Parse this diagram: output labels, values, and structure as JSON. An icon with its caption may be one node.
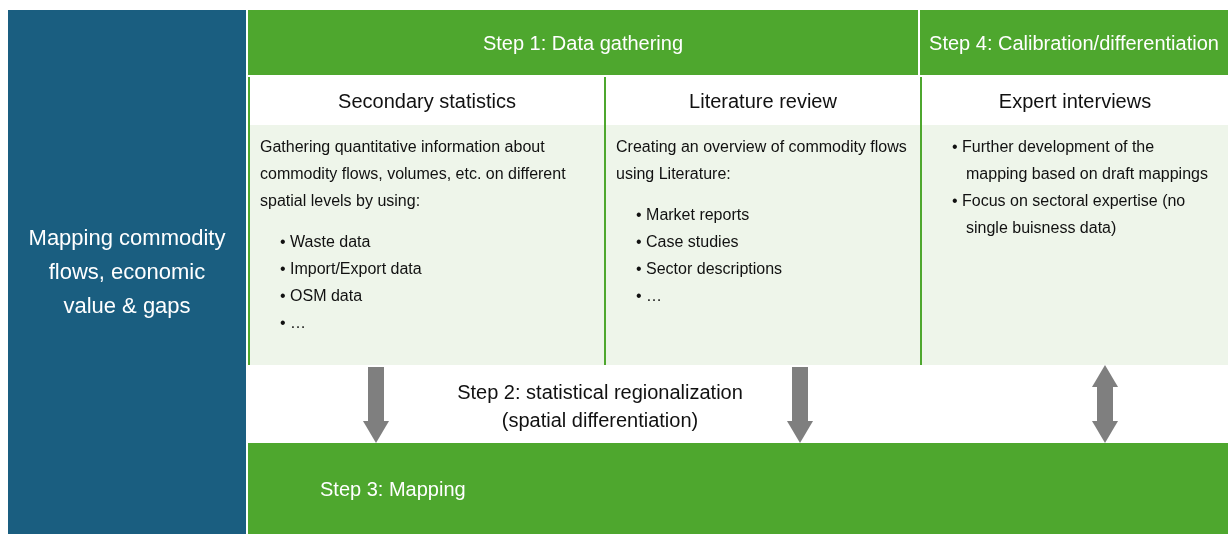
{
  "diagram": {
    "nodes": [
      {
        "text": [
          "Mapping commodity flows, economic value & gaps"
        ]
      },
      {
        "text": [
          "Step 1: Data gathering"
        ]
      },
      {
        "text": [
          "Step 4: Calibration/differentiation"
        ]
      },
      {
        "text": [
          "Secondary statistics",
          "Gathering quantitative information about commodity flows, volumes, etc. on different spatial levels by using:",
          "• Waste data",
          "• Import/Export data",
          "• OSM data",
          "• …"
        ]
      },
      {
        "text": [
          "Literature review",
          "Creating an overview of commodity flows using Literature:",
          "• Market reports",
          "• Case studies",
          "• Sector descriptions",
          "• …"
        ]
      },
      {
        "text": [
          "Expert interviews",
          "• Further development of the mapping based on draft mappings",
          "• Focus on sectoral expertise (no single buisness data)"
        ]
      },
      {
        "text": [
          "Step 3: Mapping"
        ]
      }
    ],
    "edges": [
      {
        "from": 3,
        "to": 6,
        "arrow": "to"
      },
      {
        "from": 4,
        "to": 6,
        "arrow": "to"
      },
      {
        "from": 5,
        "to": 6,
        "arrow": "both"
      }
    ],
    "labels": [
      "Step 2: statistical regionalization (spatial differentiation)"
    ]
  }
}
